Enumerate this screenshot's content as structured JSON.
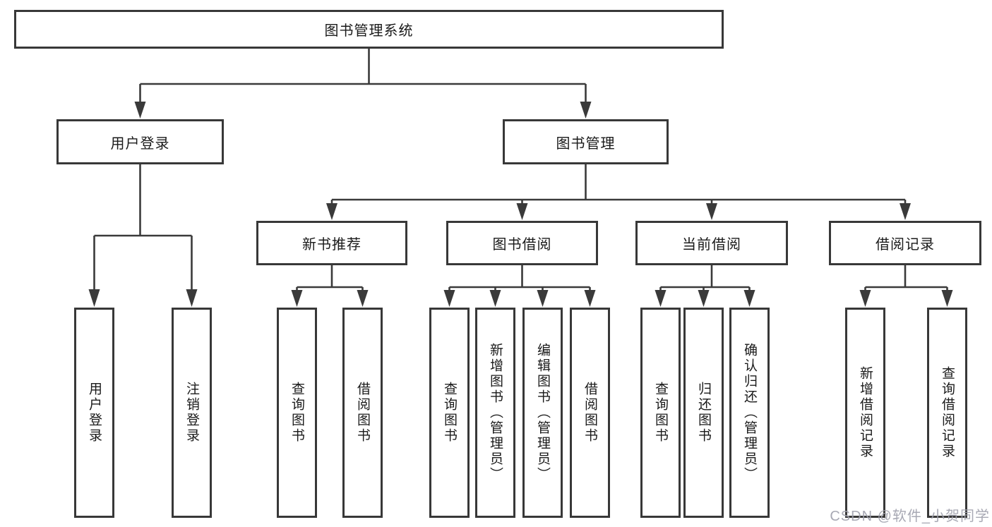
{
  "diagram": {
    "type": "hierarchy-tree",
    "title": "图书管理系统",
    "watermark": "CSDN @软件_小贺同学",
    "colors": {
      "line": "#3a3a3a",
      "box_border": "#383838",
      "box_fill": "#ffffff",
      "text": "#1a1a1a",
      "watermark": "#9ea0ac"
    },
    "nodes": {
      "root": {
        "label": "图书管理系统"
      },
      "level2": [
        {
          "label": "用户登录",
          "parent": "图书管理系统"
        },
        {
          "label": "图书管理",
          "parent": "图书管理系统"
        }
      ],
      "level3": [
        {
          "label": "新书推荐",
          "parent": "图书管理"
        },
        {
          "label": "图书借阅",
          "parent": "图书管理"
        },
        {
          "label": "当前借阅",
          "parent": "图书管理"
        },
        {
          "label": "借阅记录",
          "parent": "图书管理"
        }
      ],
      "leaves": [
        {
          "label": "用户登录",
          "parent": "用户登录"
        },
        {
          "label": "注销登录",
          "parent": "用户登录"
        },
        {
          "label": "查询图书",
          "parent": "新书推荐"
        },
        {
          "label": "借阅图书",
          "parent": "新书推荐"
        },
        {
          "label": "查询图书",
          "parent": "图书借阅"
        },
        {
          "label": "新增图书（管理员）",
          "parent": "图书借阅"
        },
        {
          "label": "编辑图书（管理员）",
          "parent": "图书借阅"
        },
        {
          "label": "借阅图书",
          "parent": "图书借阅"
        },
        {
          "label": "查询图书",
          "parent": "当前借阅"
        },
        {
          "label": "归还图书",
          "parent": "当前借阅"
        },
        {
          "label": "确认归还（管理员）",
          "parent": "当前借阅"
        },
        {
          "label": "新增借阅记录",
          "parent": "借阅记录"
        },
        {
          "label": "查询借阅记录",
          "parent": "借阅记录"
        }
      ]
    }
  }
}
